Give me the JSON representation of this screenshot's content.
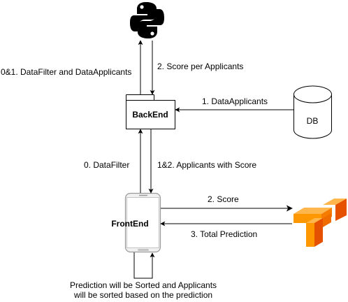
{
  "nodes": {
    "python": {
      "icon": "python-logo-icon"
    },
    "backend": {
      "label": "BackEnd"
    },
    "db": {
      "label": "DB"
    },
    "frontend": {
      "label": "FrontEnd"
    },
    "tensorflow": {
      "icon": "tensorflow-logo-icon"
    }
  },
  "edges": {
    "backend_to_python": "0&1. DataFilter and DataApplicants",
    "python_to_backend": "2. Score per Applicants",
    "db_to_backend": "1. DataApplicants",
    "frontend_to_backend": "0. DataFilter",
    "backend_to_frontend": "1&2. Applicants with Score",
    "frontend_to_tensorflow": "2. Score",
    "tensorflow_to_frontend": "3. Total Prediction"
  },
  "note": {
    "line1": "Prediction will be Sorted and Applicants",
    "line2": "will be sorted based on the prediction"
  }
}
